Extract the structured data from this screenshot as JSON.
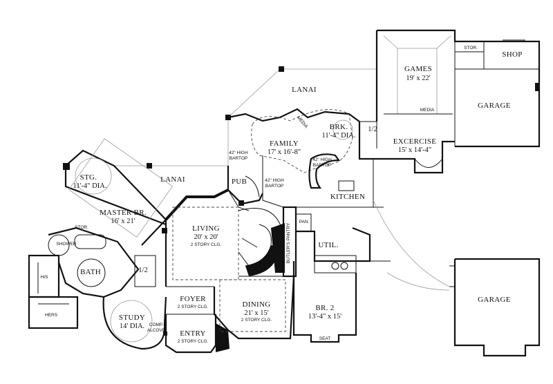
{
  "rooms": {
    "lanai_top": {
      "name": "LANAI"
    },
    "lanai_left": {
      "name": "LANAI"
    },
    "games": {
      "name": "GAMES",
      "dims": "19' x 22'"
    },
    "stor_top": {
      "name": "STOR."
    },
    "shop": {
      "name": "SHOP"
    },
    "media_top": {
      "name": "MEDIA"
    },
    "garage_top": {
      "name": "GARAGE"
    },
    "media_mid": {
      "name": "MEDIA"
    },
    "brk": {
      "name": "BRK.",
      "dims": "11'-4\" DIA."
    },
    "half_bath_top": {
      "name": "1/2"
    },
    "excercise": {
      "name": "EXCERCISE",
      "dims": "15' x 14'-4\""
    },
    "family": {
      "name": "FAMILY",
      "dims": "17' x 16'-8\""
    },
    "bartop_a": {
      "line1": "42\" HIGH",
      "line2": "BARTOP"
    },
    "bartop_b": {
      "line1": "42\" HIGH",
      "line2": "BARTOP"
    },
    "bartop_c": {
      "line1": "42\" HIGH",
      "line2": "BARTOP"
    },
    "pub": {
      "name": "PUB"
    },
    "kitchen": {
      "name": "KITCHEN"
    },
    "stg": {
      "name": "STG.",
      "dims": "11'-4\" DIA."
    },
    "master_br": {
      "name": "MASTER BR.",
      "dims": "16' x 21'"
    },
    "stor_left": {
      "name": "STOR."
    },
    "shower": {
      "name": "SHOWER"
    },
    "bath": {
      "name": "BATH"
    },
    "his": {
      "name": "HIS"
    },
    "hers": {
      "name": "HERS"
    },
    "half_bath_left": {
      "name": "1/2"
    },
    "living": {
      "name": "LIVING",
      "dims": "20' x 20'",
      "note": "2 STORY CLG."
    },
    "pan": {
      "name": "PAN."
    },
    "butlers_pantry": {
      "name": "BUTLER'S PANTRY"
    },
    "util": {
      "name": "UTIL."
    },
    "garage_bottom": {
      "name": "GARAGE"
    },
    "foyer": {
      "name": "FOYER",
      "note": "2 STORY CLG."
    },
    "study": {
      "name": "STUDY",
      "dims": "14' DIA."
    },
    "comp_alcove": {
      "line1": "COMP.",
      "line2": "ALCOVE"
    },
    "entry": {
      "name": "ENTRY",
      "note": "2 STORY CLG."
    },
    "dining": {
      "name": "DINING",
      "dims": "21' x 15'",
      "note": "2 STORY CLG."
    },
    "br2": {
      "name": "BR. 2",
      "dims": "13'-4\" x 15'"
    },
    "seat": {
      "name": "SEAT"
    }
  }
}
